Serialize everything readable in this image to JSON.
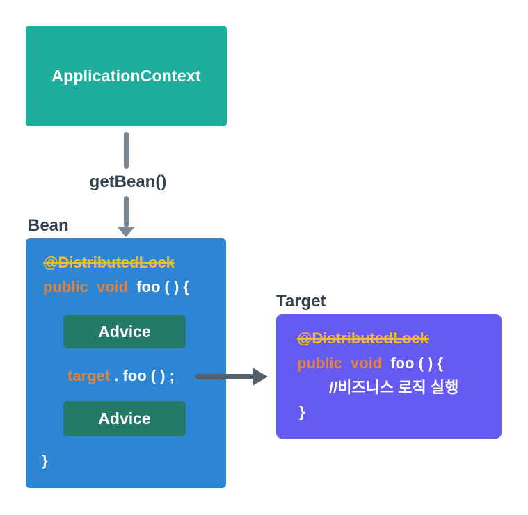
{
  "colors": {
    "teal": "#1FAE9D",
    "blue": "#2D86D4",
    "green": "#257969",
    "purple": "#655AF2",
    "yellow": "#EDBE2D",
    "orange": "#E0823E",
    "slate": "#36424E",
    "arrow_light": "#7A8795",
    "arrow_dark": "#56616E",
    "white": "#FFFFFF"
  },
  "app_context": {
    "label": "ApplicationContext"
  },
  "get_bean": {
    "label": "getBean()"
  },
  "bean": {
    "title": "Bean",
    "annotation": "@DistributedLock",
    "method_keywords": "public  void",
    "method_name": "foo ( ) {",
    "advice_top": "Advice",
    "target_call_object": "target",
    "target_call_rest": " . foo ( ) ;",
    "advice_bottom": "Advice",
    "closing_brace": "}"
  },
  "target": {
    "title": "Target",
    "annotation": "@DistributedLock",
    "method_keywords": "public  void",
    "method_name": "foo ( ) {",
    "comment": "//비즈니스 로직 실행",
    "closing_brace": "}"
  }
}
